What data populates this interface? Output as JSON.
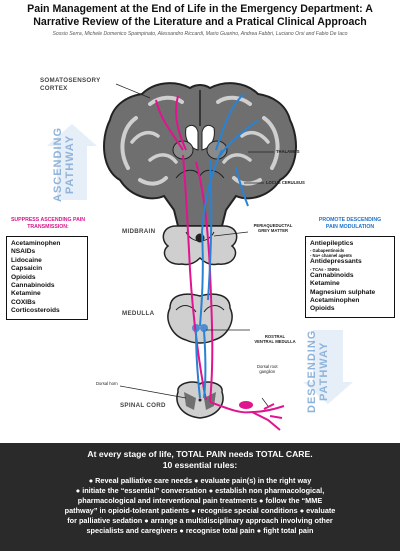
{
  "title": "Pain Management at the End of Life in the Emergency Department: A Narrative Review of the Literature and a Pratical Clinical Approach",
  "authors": "Sossio Serra, Michele Domenico Spampinato, Alessandro Riccardi, Mario Guarino, Andrea Fabbri, Luciano Orsi and Fabio De Iaco",
  "labels": {
    "cortex_line1": "SOMATOSENSORY",
    "cortex_line2": "CORTEX",
    "thalamus": "THALAMUS",
    "locus": "LOCUS CERULEUS",
    "midbrain": "MIDBRAIN",
    "pag_line1": "PERIAQUEDUCTAL",
    "pag_line2": "GREY MATTER",
    "medulla": "MEDULLA",
    "rvm_line1": "ROSTRAL",
    "rvm_line2": "VENTRAL MEDULLA",
    "spinal": "SPINAL CORD",
    "dorsal_horn": "Dorsal horn",
    "drg_line1": "Dorsal root",
    "drg_line2": "ganglion"
  },
  "ascending": {
    "line1": "ASCENDING",
    "line2": "PATHWAY"
  },
  "descending": {
    "line1": "DESCENDING",
    "line2": "PATHWAY"
  },
  "suppress": {
    "heading_line1": "SUPPRESS ASCENDING PAIN",
    "heading_line2": "TRANSMISSION:",
    "drugs": [
      "Acetaminophen",
      "NSAIDs",
      "Lidocaine",
      "Capsaicin",
      "Opioids",
      "Cannabinoids",
      "Ketamine",
      "COXIBs",
      "Corticosteroids"
    ]
  },
  "promote": {
    "heading_line1": "PROMOTE DESCENDING",
    "heading_line2": "PAIN MODULATION",
    "antiepileptics": "Antiepileptics",
    "antiepileptics_sub1": "- Gabapentinoids",
    "antiepileptics_sub2": "- Na+ channel agents",
    "antidepressants": "Antidepressants",
    "antidepressants_sub": "- TCAs  - SNRIs",
    "drugs": [
      "Cannabinoids",
      "Ketamine",
      "Magnesium sulphate",
      "Acetaminophen",
      "Opioids"
    ]
  },
  "bottom": {
    "line1": "At every stage of life, TOTAL PAIN needs TOTAL CARE.",
    "line2": "10 essential rules:",
    "rules_line1": "● Reveal palliative care needs  ● evaluate pain(s) in the right way",
    "rules_line2": "● initiate the “essential” conversation  ● establish non pharmacological,",
    "rules_line3": "pharmacological and interventional pain treatments  ● follow the “MME",
    "rules_line4": "pathway” in opioid-tolerant patients  ● recognise special conditions  ● evaluate",
    "rules_line5": "for palliative sedation  ● arrange a multidisciplinary approach involving other",
    "rules_line6": "specialists and caregivers  ● recognise total pain  ● fight total pain"
  },
  "colors": {
    "ascending": "#e0148e",
    "descending": "#2a82d4",
    "bottom_bg": "#2a2a2a"
  }
}
